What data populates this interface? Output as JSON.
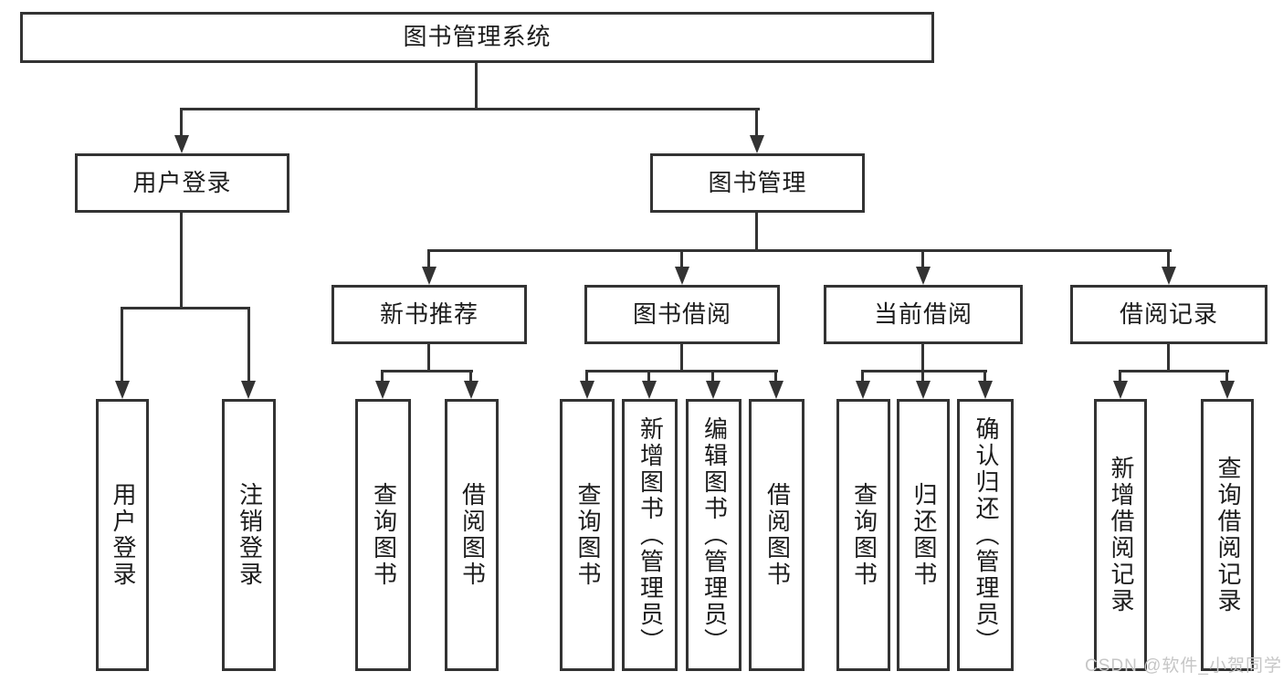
{
  "watermark": "CSDN @软件_小贺同学",
  "colors": {
    "line": "#333333",
    "box_border": "#333333",
    "text": "#1c1c1c",
    "background": "#ffffff",
    "watermark": "#c6c6c6"
  },
  "chart_data": {
    "type": "tree-diagram",
    "title": "图书管理系统"
  },
  "tree": {
    "root": "图书管理系统",
    "level2": [
      {
        "label": "用户登录",
        "children": [
          "用户登录",
          "注销登录"
        ]
      },
      {
        "label": "图书管理",
        "children": [
          {
            "label": "新书推荐",
            "children": [
              "查询图书",
              "借阅图书"
            ]
          },
          {
            "label": "图书借阅",
            "children": [
              "查询图书",
              "新增图书（管理员）",
              "编辑图书（管理员）",
              "借阅图书"
            ]
          },
          {
            "label": "当前借阅",
            "children": [
              "查询图书",
              "归还图书",
              "确认归还（管理员）"
            ]
          },
          {
            "label": "借阅记录",
            "children": [
              "新增借阅记录",
              "查询借阅记录"
            ]
          }
        ]
      }
    ]
  }
}
